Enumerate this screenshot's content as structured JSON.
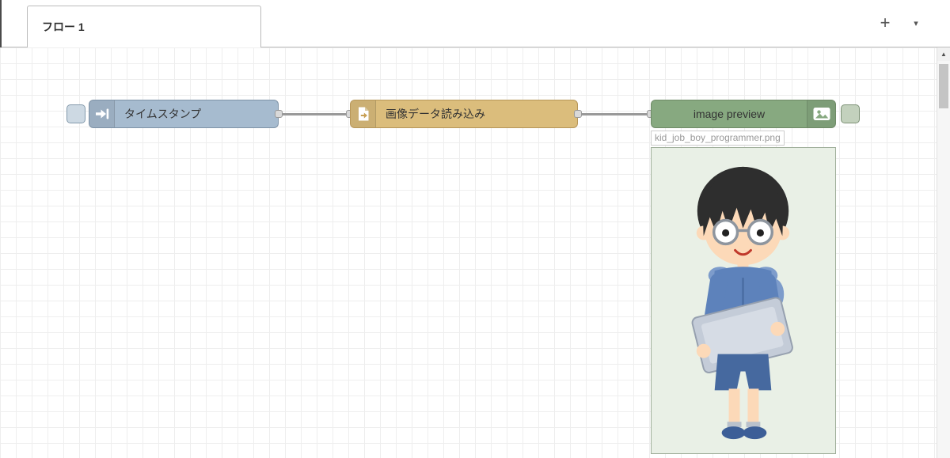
{
  "header": {
    "tab": {
      "label": "フロー 1"
    },
    "icons": {
      "add": "+",
      "dropdown": "▾"
    }
  },
  "canvas": {
    "nodes": [
      {
        "id": "inject",
        "type": "inject",
        "label": "タイムスタンプ",
        "color": "#a6bbcf",
        "icon": "inject-arrow-icon",
        "has_button": true,
        "inputs": 0,
        "outputs": 1
      },
      {
        "id": "file-in",
        "type": "file in",
        "label": "画像データ読み込み",
        "color": "#dbbd7c",
        "icon": "file-in-icon",
        "has_button": false,
        "inputs": 1,
        "outputs": 1
      },
      {
        "id": "image-preview",
        "type": "image preview",
        "label": "image preview",
        "color": "#87a980",
        "icon": "image-icon",
        "has_button": true,
        "inputs": 1,
        "outputs": 0
      }
    ],
    "wires": [
      {
        "from": "inject",
        "to": "file-in"
      },
      {
        "from": "file-in",
        "to": "image-preview"
      }
    ],
    "preview": {
      "filename": "kid_job_boy_programmer.png",
      "illustration": "cartoon-boy-with-glasses-holding-laptop"
    },
    "colors": {
      "wire": "#999999",
      "grid": "#eeeeee",
      "background": "#ffffff",
      "port": "#d9d9d9"
    }
  },
  "scrollbar": {
    "up_icon": "▲"
  }
}
